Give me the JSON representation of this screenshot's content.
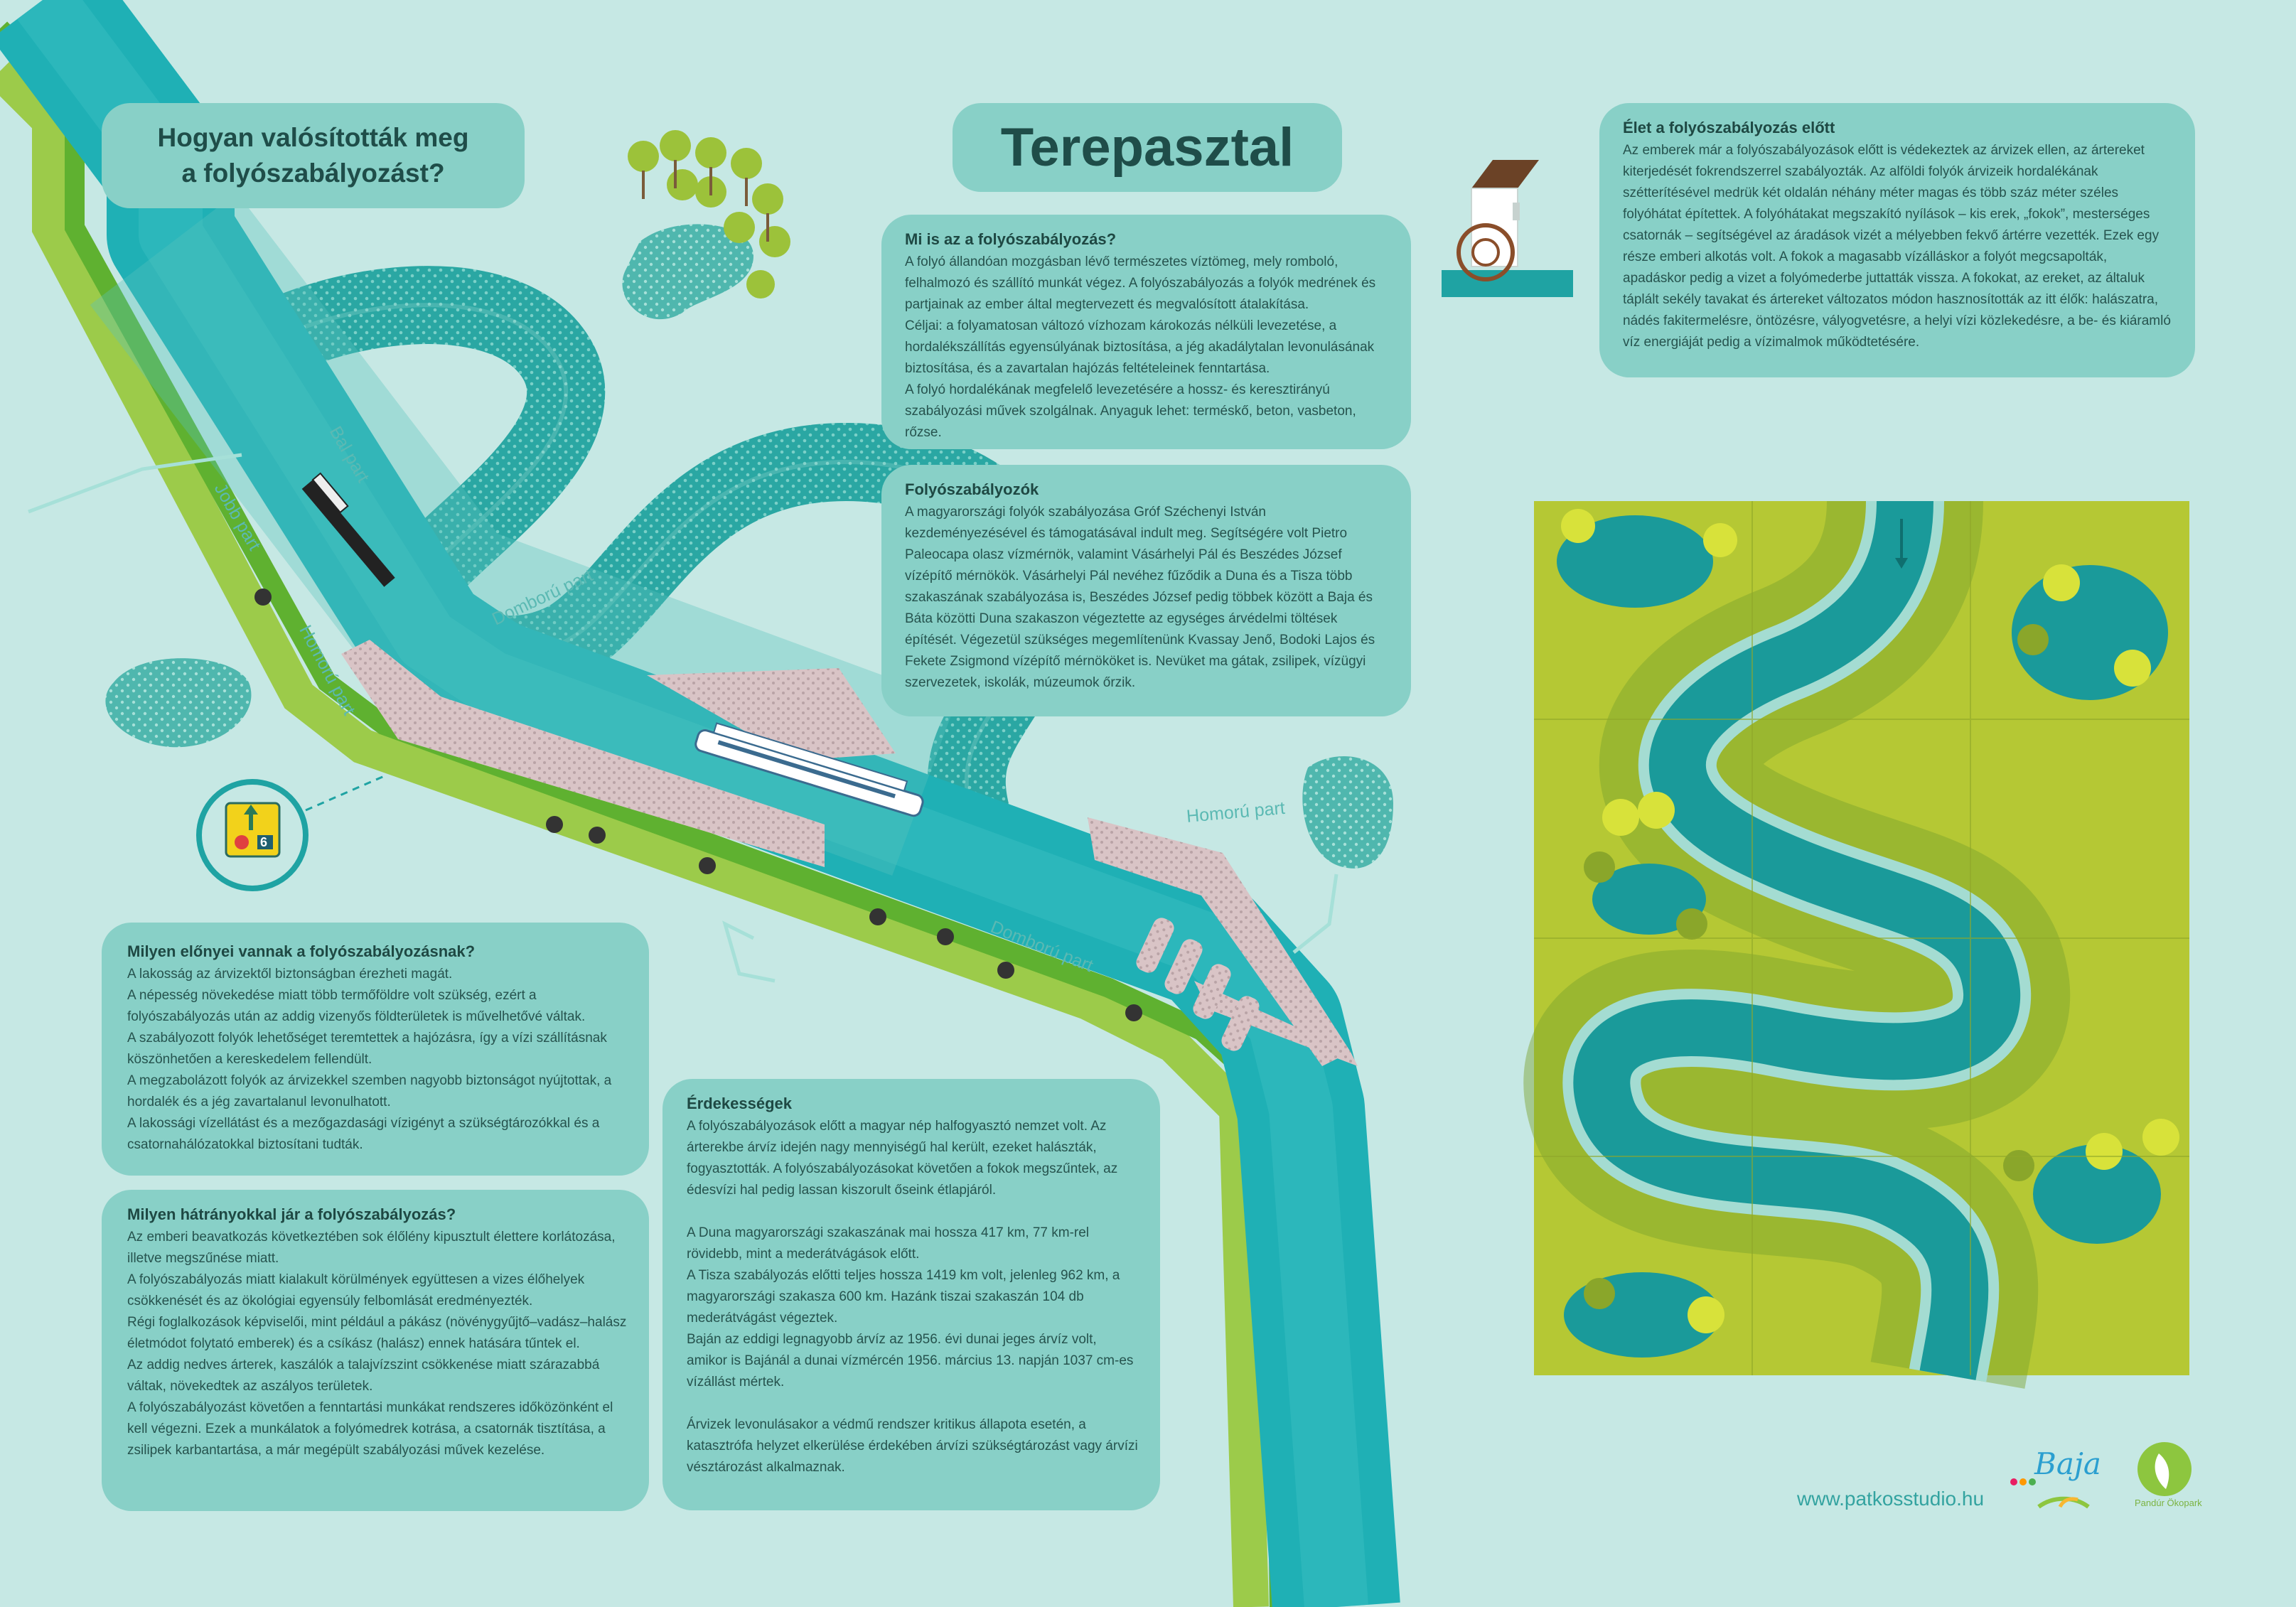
{
  "titles": {
    "main": "Terepasztal",
    "how_line1": "Hogyan valósították meg",
    "how_line2": "a folyószabályozást?"
  },
  "map_labels": {
    "bal_part": "Bal part",
    "jobb_part": "Jobb part",
    "homoru_part_1": "Homorú part",
    "homoru_part_2": "Homorú part",
    "domboru_part_1": "Domború part",
    "domboru_part_2": "Domború part"
  },
  "sign": {
    "number": "6"
  },
  "mi": {
    "heading": "Mi is az a folyószabályozás?",
    "p1": "A folyó állandóan mozgásban lévő természetes víztömeg, mely romboló, felhalmozó és szállító munkát végez. A folyószabályozás a folyók medrének és partjainak az ember által megtervezett és megvalósított átalakítása.",
    "p2": "Céljai: a folyamatosan változó vízhozam károkozás nélküli levezetése, a hordalékszállítás egyensúlyának biztosítása, a jég akadálytalan levonulásának biztosítása, és a zavartalan hajózás feltételeinek fenntartása.",
    "p3": "A folyó hordalékának megfelelő levezetésére a hossz- és keresztirányú szabályozási művek szolgálnak. Anyaguk lehet: terméskő, beton, vasbeton, rőzse."
  },
  "szab": {
    "heading": "Folyószabályozók",
    "p1": "A magyarországi folyók szabályozása Gróf Széchenyi István kezdeményezésével és támogatásával indult meg. Segítségére volt Pietro Paleocapa olasz vízmérnök, valamint Vásárhelyi Pál és Beszédes József vízépítő mérnökök. Vásárhelyi Pál nevéhez fűződik a Duna és a Tisza több szakaszának szabályozása is, Beszédes József pedig többek között a Baja és Báta közötti Duna szakaszon végeztette az egységes árvédelmi töltések építését. Végezetül szükséges megemlítenünk Kvassay Jenő, Bodoki Lajos és Fekete Zsigmond vízépítő mérnököket is. Nevüket ma gátak, zsilipek, vízügyi szervezetek, iskolák, múzeumok őrzik."
  },
  "elet": {
    "heading": "Élet a folyószabályozás előtt",
    "p1": "Az emberek már a folyószabályozások előtt is védekeztek az árvizek ellen, az ártereket kiterjedését fokrendszerrel szabályozták. Az alföldi folyók árvizeik hordalékának szétterítésével medrük két oldalán néhány méter magas és több száz méter széles folyóhátat építettek. A folyóhátakat megszakító nyílások – kis erek, „fokok”, mesterséges csatornák – segítségével az áradások vizét a mélyebben fekvő ártérre vezették. Ezek egy része emberi alkotás volt. A fokok a magasabb vízálláskor a folyót megcsapolták, apadáskor pedig a vizet a folyómederbe juttatták vissza. A fokokat, az ereket, az általuk táplált sekély tavakat és ártereket változatos módon hasznosították az itt élők: halászatra, nádés fakitermelésre, öntözésre, vályogvetésre, a helyi vízi közlekedésre, a be- és kiáramló víz energiáját pedig a vízimalmok működtetésére."
  },
  "elony": {
    "heading": "Milyen előnyei vannak a folyószabályozásnak?",
    "p1": "A lakosság az árvizektől biztonságban érezheti magát.",
    "p2": "A népesség növekedése miatt több termőföldre volt szükség, ezért a folyószabályozás után az addig vizenyős földterületek is művelhetővé váltak.",
    "p3": "A szabályozott folyók lehetőséget teremtettek a hajózásra, így a vízi szállításnak köszönhetően a kereskedelem fellendült.",
    "p4": "A megzabolázott folyók az árvizekkel szemben nagyobb biztonságot nyújtottak, a hordalék és a jég zavartalanul levonulhatott.",
    "p5": "A lakossági vízellátást és a mezőgazdasági vízigényt a szükségtározókkal és a csatornahálózatokkal biztosítani tudták."
  },
  "hatr": {
    "heading": "Milyen hátrányokkal jár a folyószabályozás?",
    "p1": "Az emberi beavatkozás következtében sok élőlény kipusztult élettere korlátozása, illetve megszűnése miatt.",
    "p2": "A folyószabályozás miatt kialakult körülmények együttesen a vizes élőhelyek csökkenését és az ökológiai egyensúly felbomlását eredményezték.",
    "p3": "Régi foglalkozások képviselői, mint például a pákász (növénygyűjtő–vadász–halász életmódot folytató emberek) és a csíkász (halász) ennek hatására tűntek el.",
    "p4": "Az addig nedves árterek, kaszálók a talajvízszint csökkenése miatt szárazabbá váltak, növekedtek az aszályos területek.",
    "p5": "A folyószabályozást követően a fenntartási munkákat rendszeres időközönként el kell végezni. Ezek a munkálatok a folyómedrek kotrása, a csatornák tisztítása, a zsilipek karbantartása, a már megépült szabályozási művek kezelése."
  },
  "erd": {
    "heading": "Érdekességek",
    "p1": "A folyószabályozások előtt a magyar nép halfogyasztó nemzet volt. Az árterekbe árvíz idején nagy mennyiségű hal került, ezeket halászták, fogyasztották. A folyószabályozásokat követően a fokok megszűntek, az édesvízi hal pedig lassan kiszorult őseink étlapjáról.",
    "p2": "A Duna magyarországi szakaszának mai hossza 417 km, 77 km-rel rövidebb, mint a mederátvágások előtt.",
    "p3": "A Tisza szabályozás előtti teljes hossza 1419 km volt, jelenleg 962 km, a magyarországi szakasza 600 km. Hazánk tiszai szakaszán 104 db mederátvágást végeztek.",
    "p4": "Baján az eddigi legnagyobb árvíz az 1956. évi dunai jeges árvíz volt, amikor is Bajánál a dunai vízmércén 1956. március 13. napján 1037 cm-es vízállást mértek.",
    "p5": "Árvizek levonulásakor a védmű rendszer kritikus állapota esetén, a katasztrófa helyzet elkerülése érdekében árvízi szükségtározást vagy árvízi vésztározást alkalmaznak."
  },
  "footer": {
    "website": "www.patkosstudio.hu",
    "logo_baja": "Baja",
    "logo_pandur": "Pandúr Ökopark"
  },
  "colors": {
    "background": "#c6e8e4",
    "panel": "#88d0c7",
    "river": "#1fb0b5",
    "old_river": "#2aa7a3",
    "bank_green": "#8dc63f",
    "board_green": "#b5c834"
  }
}
